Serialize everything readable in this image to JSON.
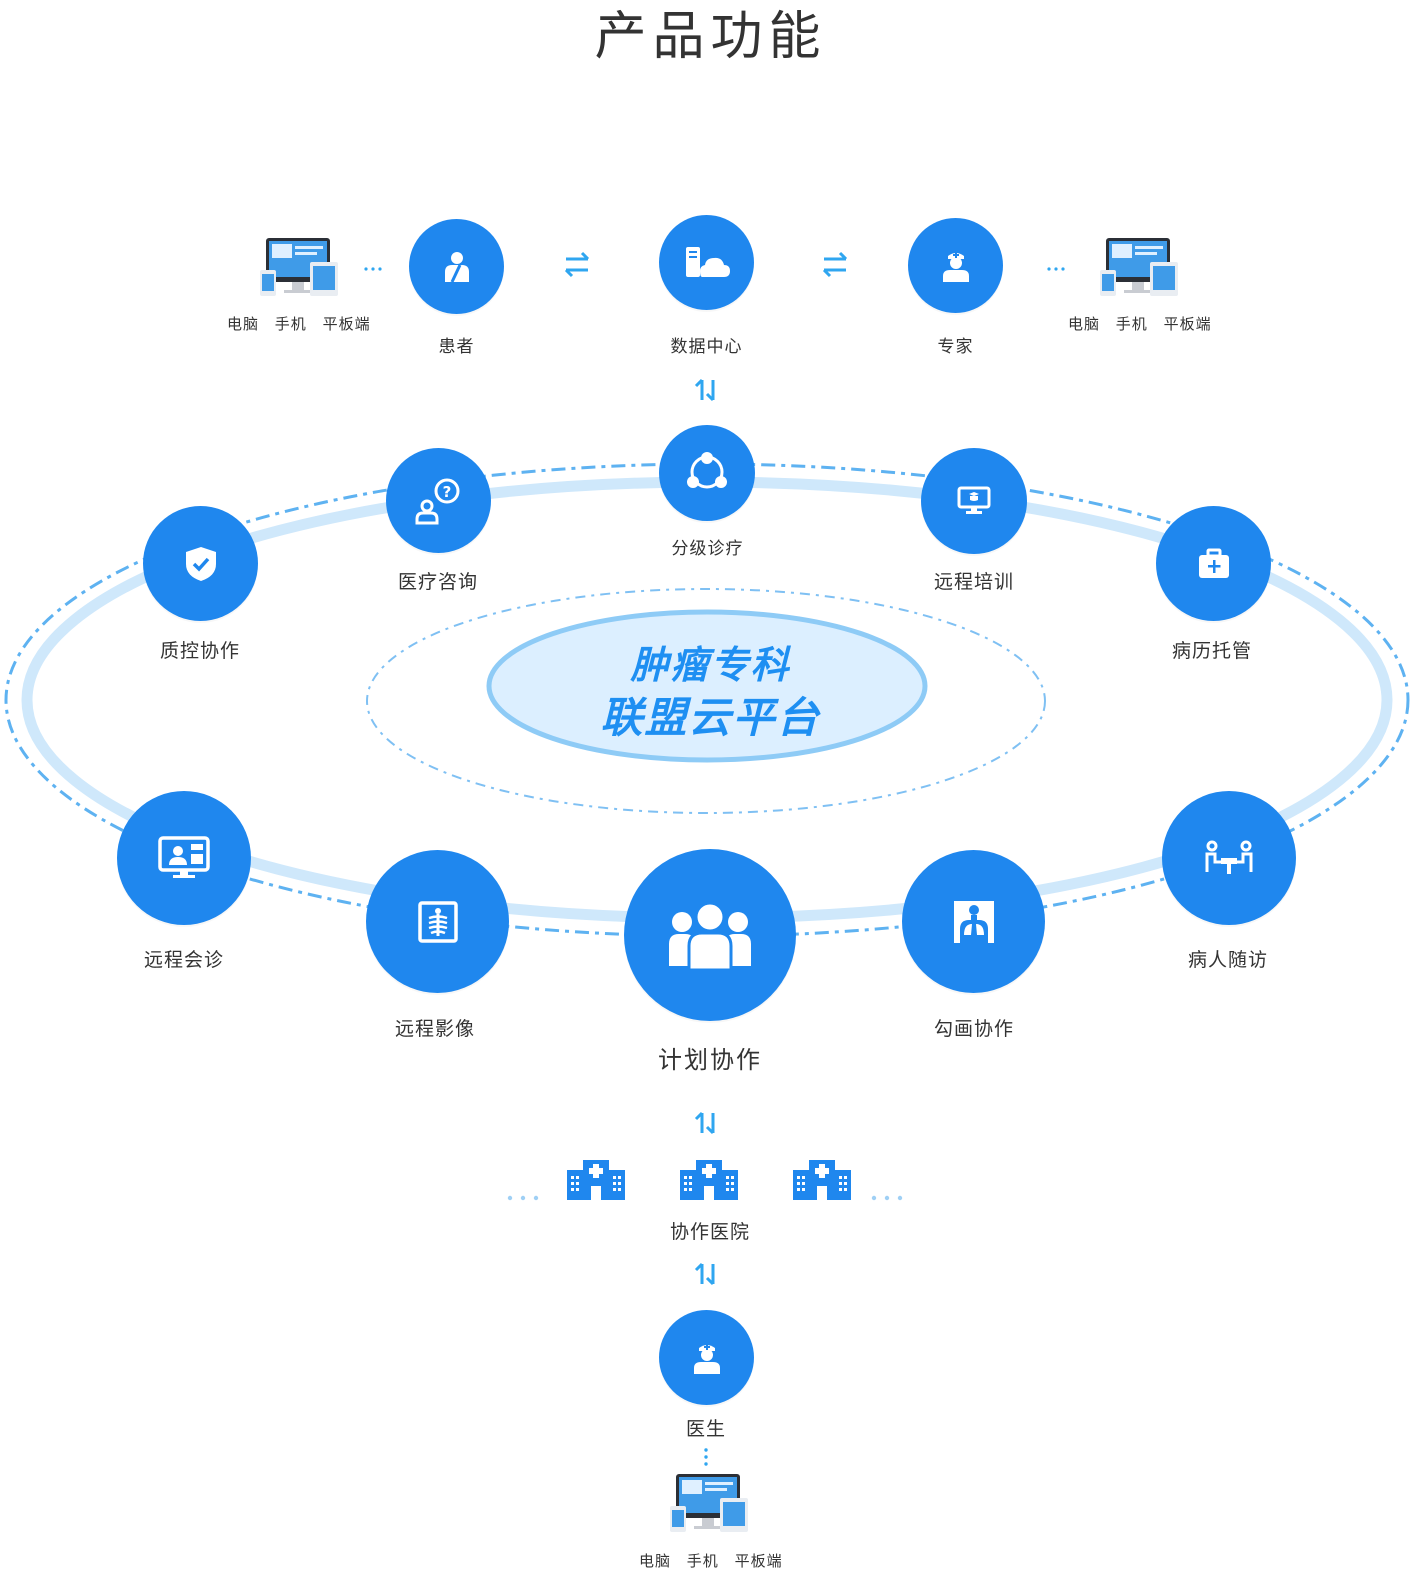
{
  "title": "产品功能",
  "top_row": {
    "patient": "患者",
    "data_center": "数据中心",
    "expert": "专家",
    "left_devices": [
      "电脑",
      "手机",
      "平板端"
    ],
    "right_devices": [
      "电脑",
      "手机",
      "平板端"
    ],
    "ellipsis": "···"
  },
  "ring_nodes": {
    "tiered_treatment": "分级诊疗",
    "medical_consult": "医疗咨询",
    "remote_training": "远程培训",
    "quality_control": "质控协作",
    "record_hosting": "病历托管",
    "remote_consultation": "远程会诊",
    "patient_followup": "病人随访",
    "remote_imaging": "远程影像",
    "contouring": "勾画协作",
    "plan_collab": "计划协作"
  },
  "center": {
    "line1": "肿瘤专科",
    "line2": "联盟云平台"
  },
  "hospitals": {
    "label": "协作医院",
    "ellipsis": "· · ·"
  },
  "doctor": {
    "label": "医生",
    "devices": [
      "电脑",
      "手机",
      "平板端"
    ]
  },
  "colors": {
    "primary": "#1f87ee",
    "arrow": "#2fa6f0",
    "ring_light": "#cfe8fb",
    "ring_dash": "#7fc0f3",
    "center_fill": "#dcefff",
    "center_stroke": "#8ecbf6"
  }
}
